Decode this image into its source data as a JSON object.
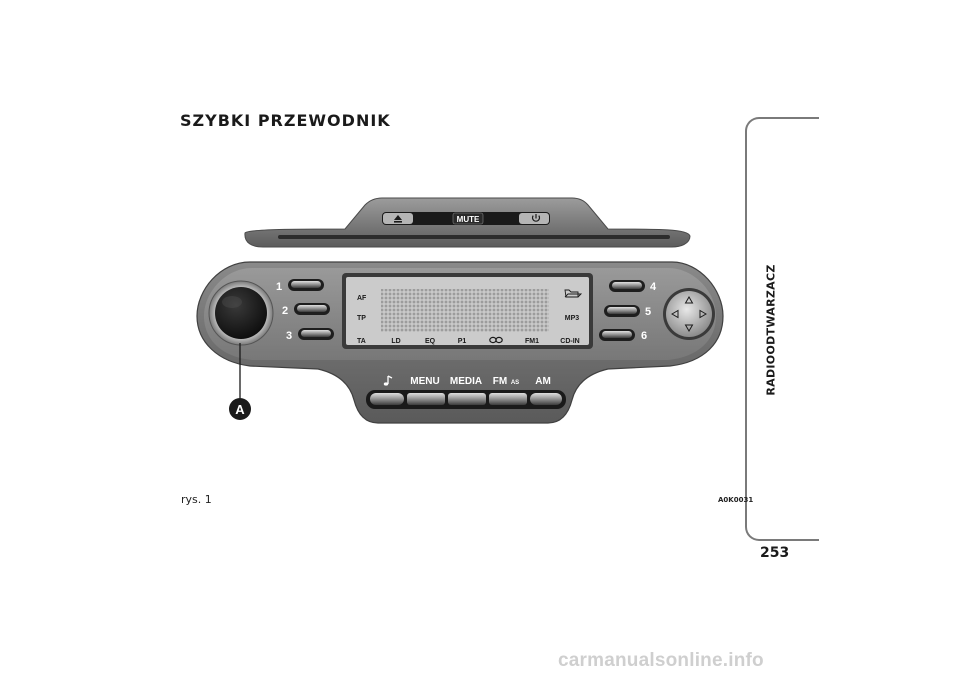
{
  "page": {
    "heading": "SZYBKI PRZEWODNIK",
    "section_label": "RADIOODTWARZACZ",
    "page_number": "253",
    "figure_label": "rys. 1",
    "figure_code": "A0K0031",
    "watermark": "carmanualsonline.info"
  },
  "radio": {
    "top_unit": {
      "eject_icon": "eject-icon",
      "mute_label": "MUTE",
      "power_icon": "power-icon"
    },
    "left_presets": [
      "1",
      "2",
      "3"
    ],
    "right_presets": [
      "4",
      "5",
      "6"
    ],
    "display": {
      "left_labels": [
        "AF",
        "TP",
        "TA"
      ],
      "bottom_labels": [
        "LD",
        "EQ",
        "P1",
        "FM1",
        "CD-IN"
      ],
      "loop_icon": "loop-icon",
      "folder_icon": "folder-icon",
      "mp3_label": "MP3"
    },
    "bottom_buttons": {
      "tone_icon": "note-icon",
      "menu_label": "MENU",
      "media_label": "MEDIA",
      "fm_label": "FM",
      "as_label": "AS",
      "am_label": "AM"
    },
    "knob_callout": "A"
  },
  "colors": {
    "body_dark": "#6e6e6e",
    "body_light": "#9c9c9c",
    "display_bg": "#c9c9c9",
    "text_light": "#ffffff"
  }
}
